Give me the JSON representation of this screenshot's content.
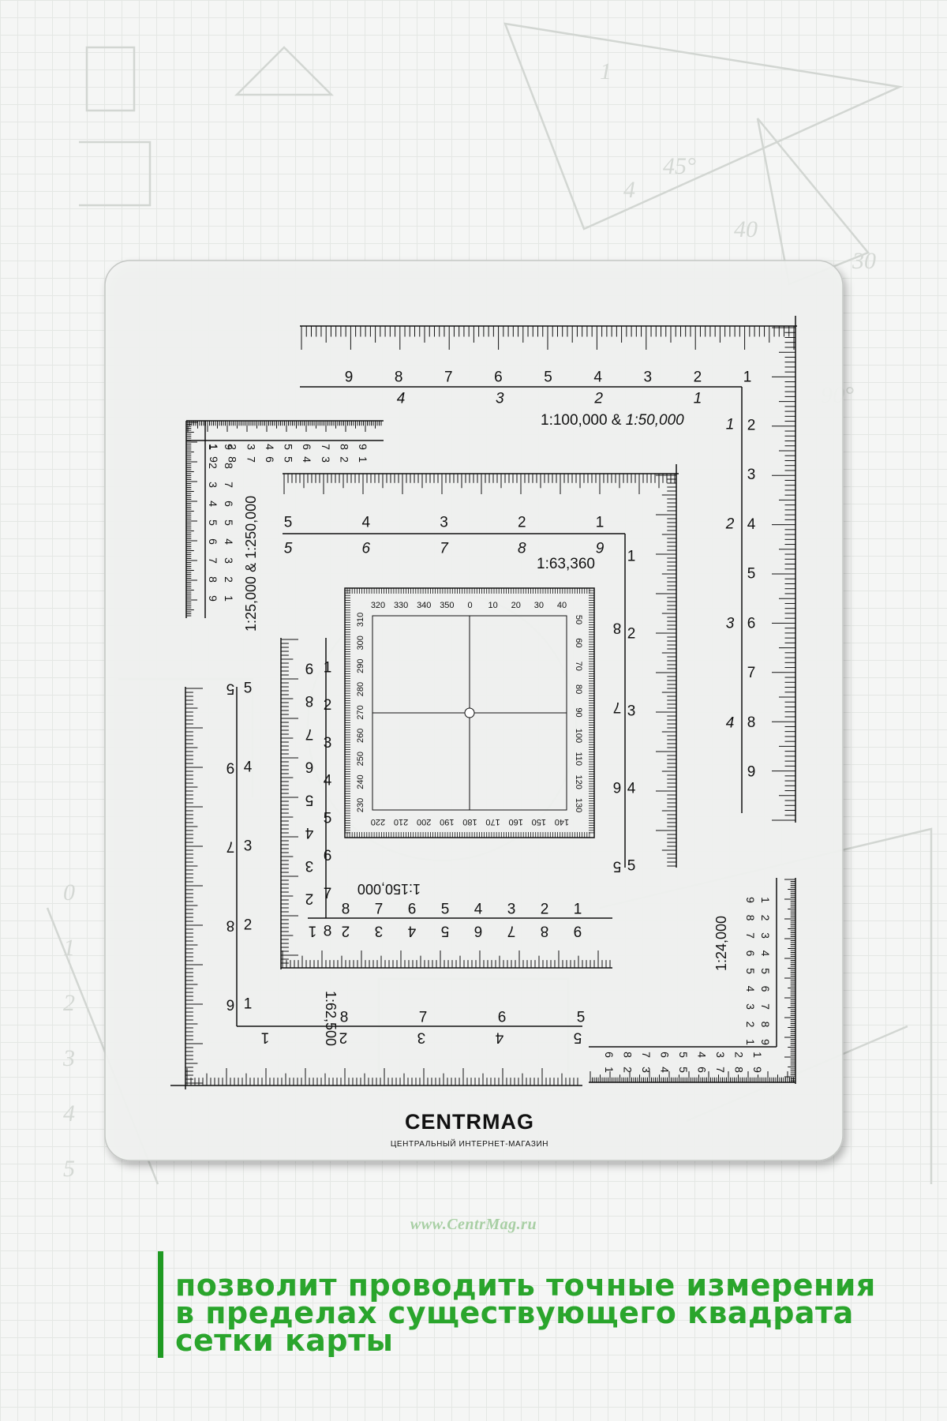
{
  "product": {
    "logo_brand": "CENTRMAG",
    "logo_tagline": "ЦЕНТРАЛЬНЫЙ ИНТЕРНЕТ-МАГАЗИН",
    "website": "www.CentrMag.ru"
  },
  "caption": {
    "lines": [
      "позволит проводить точные измерения",
      "в пределах существующего квадрата",
      "сетки карты"
    ]
  },
  "colors": {
    "accent_green": "#2aa52c",
    "caption_bar": "#1f9a22",
    "website_green": "#a8cfa4",
    "template_ink": "#111111",
    "template_fill": "#f0f1f0"
  },
  "scales": {
    "s100k": {
      "label_prefix": "1:100,000 & ",
      "label_italic": "1:50,000",
      "top_primary": [
        "9",
        "8",
        "7",
        "6",
        "5",
        "4",
        "3",
        "2",
        "1"
      ],
      "top_secondary": [
        "4",
        "3",
        "2",
        "1"
      ],
      "side_primary": [
        "2",
        "3",
        "4",
        "5",
        "6",
        "7",
        "8",
        "9"
      ],
      "side_secondary": [
        "1",
        "2",
        "3",
        "4"
      ]
    },
    "s25k": {
      "label": "1:25,000 & 1:250,000",
      "top_a": [
        "1",
        "2",
        "3",
        "4",
        "5",
        "6",
        "7",
        "8",
        "9"
      ],
      "top_b": [
        "9",
        "8",
        "7",
        "6",
        "5",
        "4",
        "3",
        "2",
        "1"
      ],
      "side_a": [
        "1",
        "2",
        "3",
        "4",
        "5",
        "6",
        "7",
        "8",
        "9"
      ],
      "side_b": [
        "9",
        "8",
        "7",
        "6",
        "5",
        "4",
        "3",
        "2",
        "1"
      ]
    },
    "s63k": {
      "label": "1:63,360",
      "top_primary": [
        "5",
        "4",
        "3",
        "2",
        "1"
      ],
      "top_secondary": [
        "5",
        "6",
        "7",
        "8",
        "9"
      ],
      "side_primary": [
        "1",
        "2",
        "3",
        "4",
        "5"
      ],
      "side_secondary": [
        "8",
        "7",
        "6",
        "5"
      ]
    },
    "s150k": {
      "label": "1:150,000",
      "side_a": [
        "1",
        "2",
        "3",
        "4",
        "5",
        "6",
        "7",
        "8"
      ],
      "side_b": [
        "9",
        "8",
        "7",
        "6",
        "5",
        "4",
        "3",
        "2"
      ],
      "bottom_a": [
        "8",
        "7",
        "6",
        "5",
        "4",
        "3",
        "2",
        "1"
      ],
      "bottom_b": [
        "1",
        "2",
        "3",
        "4",
        "5",
        "6",
        "7",
        "8",
        "9"
      ]
    },
    "s62k": {
      "label": "1:62,500",
      "side_a": [
        "5",
        "4",
        "3",
        "2",
        "1"
      ],
      "side_b": [
        "5",
        "9",
        "7",
        "8",
        "6"
      ],
      "bottom_a": [
        "8",
        "7",
        "6",
        "5"
      ],
      "bottom_b": [
        "1",
        "2",
        "3",
        "4",
        "5"
      ]
    },
    "s24k": {
      "label": "1:24,000",
      "side_a": [
        "9",
        "8",
        "7",
        "6",
        "5",
        "4",
        "3",
        "2",
        "1"
      ],
      "side_b": [
        "1",
        "2",
        "3",
        "4",
        "5",
        "6",
        "7",
        "8",
        "9"
      ],
      "bottom_a": [
        "6",
        "8",
        "7",
        "6",
        "5",
        "4",
        "3",
        "2",
        "1"
      ],
      "bottom_b": [
        "1",
        "2",
        "3",
        "4",
        "5",
        "6",
        "7",
        "8",
        "9"
      ]
    }
  },
  "protractor": {
    "top": [
      "320",
      "330",
      "340",
      "350",
      "0",
      "10",
      "20",
      "30",
      "40"
    ],
    "right": [
      "50",
      "60",
      "70",
      "80",
      "90",
      "100",
      "110",
      "120",
      "130"
    ],
    "bottom": [
      "140",
      "150",
      "160",
      "170",
      "180",
      "190",
      "200",
      "210",
      "220"
    ],
    "left": [
      "230",
      "240",
      "250",
      "260",
      "270",
      "280",
      "290",
      "300",
      "310"
    ]
  }
}
